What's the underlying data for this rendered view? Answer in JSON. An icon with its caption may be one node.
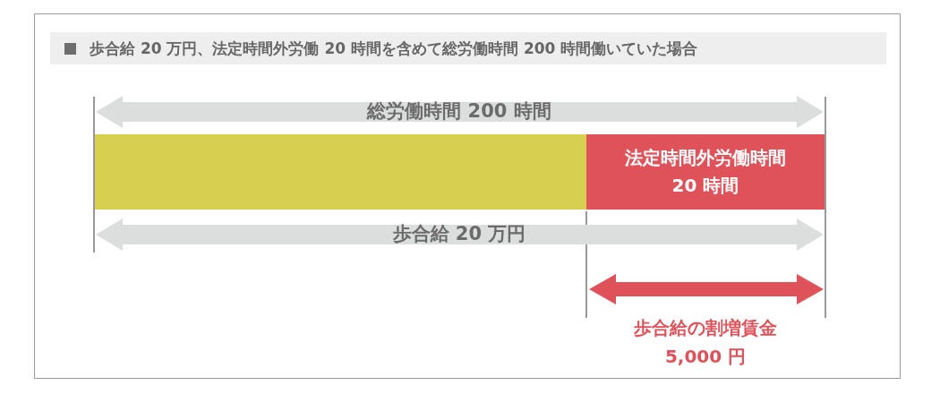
{
  "diagram": {
    "title": "歩合給 20 万円、法定時間外労働 20 時間を含めて総労働時間 200 時間働いていた場合",
    "nodes": [
      {
        "text": [],
        "shape": "bar"
      },
      {
        "text": [
          "法定時間外労働時間 20 時間"
        ]
      }
    ],
    "labels": [
      "総労働時間 200 時間",
      "歩合給 20 万円",
      "歩合給の割増賃金 5,000 円"
    ]
  }
}
